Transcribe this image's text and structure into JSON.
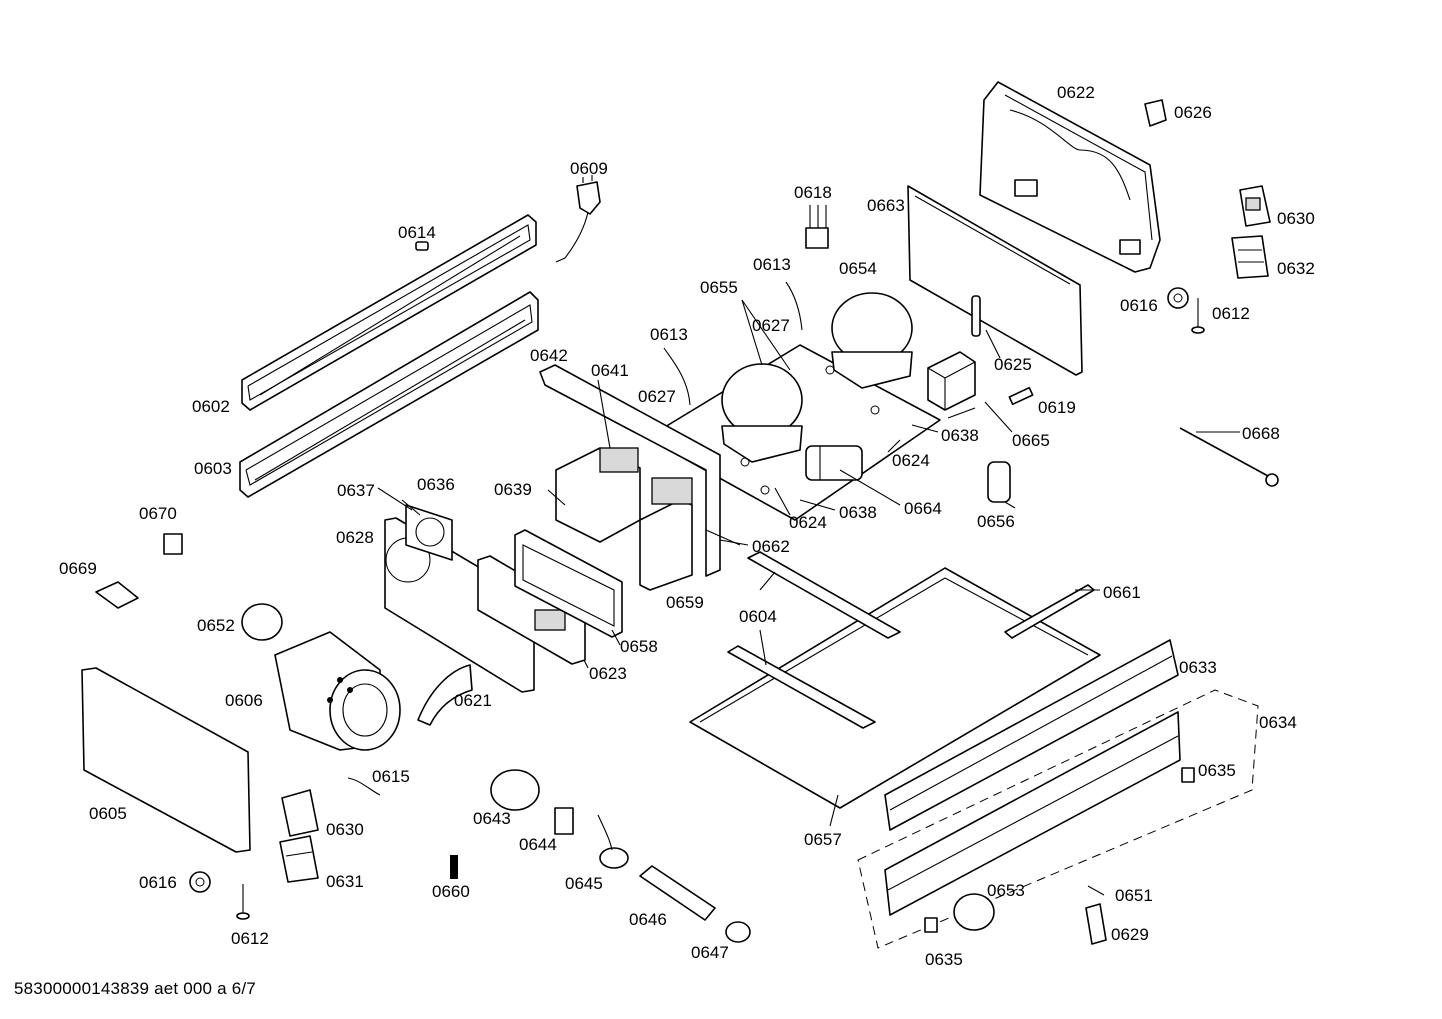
{
  "footer": "58300000143839 aet 000 a 6/7",
  "labels": {
    "l0602": "0602",
    "l0603": "0603",
    "l0604": "0604",
    "l0605": "0605",
    "l0606": "0606",
    "l0609": "0609",
    "l0612a": "0612",
    "l0612b": "0612",
    "l0613a": "0613",
    "l0613b": "0613",
    "l0614": "0614",
    "l0615": "0615",
    "l0616a": "0616",
    "l0616b": "0616",
    "l0618": "0618",
    "l0619": "0619",
    "l0621": "0621",
    "l0622": "0622",
    "l0623": "0623",
    "l0624a": "0624",
    "l0624b": "0624",
    "l0625": "0625",
    "l0626": "0626",
    "l0627a": "0627",
    "l0627b": "0627",
    "l0628": "0628",
    "l0629": "0629",
    "l0630a": "0630",
    "l0630b": "0630",
    "l0631": "0631",
    "l0632": "0632",
    "l0633": "0633",
    "l0634": "0634",
    "l0635a": "0635",
    "l0635b": "0635",
    "l0636": "0636",
    "l0637": "0637",
    "l0638a": "0638",
    "l0638b": "0638",
    "l0639": "0639",
    "l0641": "0641",
    "l0642": "0642",
    "l0643": "0643",
    "l0644": "0644",
    "l0645": "0645",
    "l0646": "0646",
    "l0647": "0647",
    "l0651": "0651",
    "l0652": "0652",
    "l0653": "0653",
    "l0654": "0654",
    "l0655": "0655",
    "l0656": "0656",
    "l0657": "0657",
    "l0658": "0658",
    "l0659": "0659",
    "l0660": "0660",
    "l0661": "0661",
    "l0662": "0662",
    "l0663": "0663",
    "l0664": "0664",
    "l0665": "0665",
    "l0668": "0668",
    "l0669": "0669",
    "l0670": "0670"
  }
}
